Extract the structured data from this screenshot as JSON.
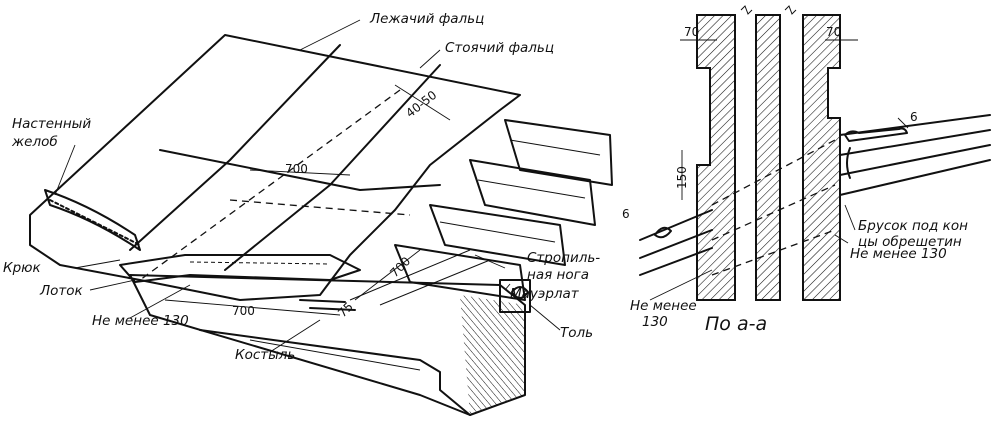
{
  "labels": {
    "lying_seam": "Лежачий фальц",
    "standing_seam": "Стоячий фальц",
    "wall_gutter_1": "Настенный",
    "wall_gutter_2": "желоб",
    "hook": "Крюк",
    "tray": "Лоток",
    "rafter_1": "Стропиль-",
    "rafter_2": "ная нога",
    "wall_plate": "Мауэрлат",
    "roofing_felt": "Толь",
    "spike": "Костыль",
    "min_130_main": "Не менее 130",
    "min_130_section_right": "Не менее 130",
    "min_130_section_left_1": "Не менее",
    "min_130_section_left_2": "130",
    "batten_block_1": "Брусок под кон",
    "batten_block_2": "цы обрешетин",
    "section_title": "По а-а"
  },
  "dimensions": {
    "d_40_50": "40-50",
    "d_700_top": "700",
    "d_700_bottom": "700",
    "d_700_side": "700",
    "d_75": "75",
    "d_70_left": "70",
    "d_70_right": "70",
    "d_150": "150",
    "d_6_left": "6",
    "d_6_right": "6"
  }
}
